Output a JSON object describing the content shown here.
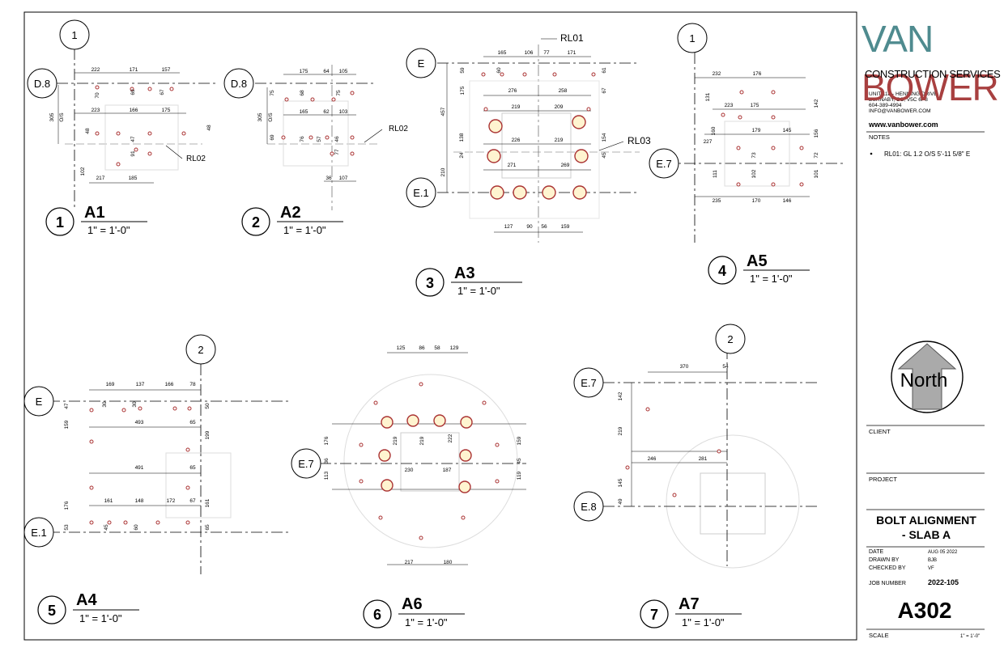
{
  "titleblock": {
    "logo_left": "VAN",
    "logo_right": "BOWER",
    "logo_sub": "CONSTRUCTION SERVICES",
    "address": [
      "UNIT 118 - HENNING DRIVE",
      "BURNABY, BC, V5C 6P8",
      "604-389-4994",
      "INFO@VANBOWER.COM"
    ],
    "website": "www.vanbower.com",
    "notes_label": "NOTES",
    "note": "RL01: GL 1.2 O/S 5'-11 5/8\" E",
    "north_label": "North",
    "client_label": "CLIENT",
    "project_label": "PROJECT",
    "title_line1": "BOLT ALIGNMENT",
    "title_line2": "- SLAB A",
    "date_label": "DATE",
    "date_value": "AUG 05 2022",
    "drawn_label": "DRAWN BY",
    "drawn_value": "BJB",
    "checked_label": "CHECKED BY",
    "checked_value": "VF",
    "job_label": "JOB NUMBER",
    "job_value": "2022-105",
    "sheet_number": "A302",
    "scale_label": "SCALE",
    "scale_value": "1\" = 1'-0\""
  },
  "views": [
    {
      "num": "1",
      "name": "A1",
      "scale": "1\" = 1'-0\""
    },
    {
      "num": "2",
      "name": "A2",
      "scale": "1\" = 1'-0\""
    },
    {
      "num": "3",
      "name": "A3",
      "scale": "1\" = 1'-0\""
    },
    {
      "num": "4",
      "name": "A5",
      "scale": "1\" = 1'-0\""
    },
    {
      "num": "5",
      "name": "A4",
      "scale": "1\" = 1'-0\""
    },
    {
      "num": "6",
      "name": "A6",
      "scale": "1\" = 1'-0\""
    },
    {
      "num": "7",
      "name": "A7",
      "scale": "1\" = 1'-0\""
    }
  ],
  "grid_bubbles": {
    "a1": [
      "1",
      "D.8"
    ],
    "a2": [
      "D.8"
    ],
    "a3": [
      "E",
      "E.1"
    ],
    "a5": [
      "1",
      "E.7"
    ],
    "a4": [
      "2",
      "E",
      "E.1"
    ],
    "a6": [
      "E.7"
    ],
    "a7": [
      "2",
      "E.7",
      "E.8"
    ]
  },
  "ref_labels": {
    "a1_rl": "RL02",
    "a2_rl": "RL02",
    "a3_rl_top": "RL01",
    "a3_rl_right": "RL03"
  },
  "dims": {
    "a1": [
      "222",
      "171",
      "157",
      "223",
      "166",
      "175",
      "305",
      "O/S",
      "70",
      "69",
      "67",
      "48",
      "47",
      "91",
      "48",
      "102",
      "217",
      "185"
    ],
    "a2": [
      "175",
      "64",
      "105",
      "165",
      "62",
      "103",
      "305",
      "O/S",
      "75",
      "68",
      "75",
      "69",
      "76",
      "57",
      "77",
      "46",
      "36",
      "107"
    ],
    "a3": [
      "165",
      "106",
      "77",
      "171",
      "59",
      "60",
      "61",
      "276",
      "258",
      "175",
      "67",
      "457",
      "219",
      "209",
      "138",
      "154",
      "226",
      "219",
      "24",
      "45",
      "271",
      "269",
      "210",
      "127",
      "90",
      "56",
      "159"
    ],
    "a5": [
      "232",
      "176",
      "131",
      "223",
      "175",
      "142",
      "160",
      "179",
      "145",
      "156",
      "227",
      "73",
      "72",
      "111",
      "102",
      "101",
      "235",
      "170",
      "146"
    ],
    "a4": [
      "169",
      "137",
      "166",
      "78",
      "47",
      "30",
      "30",
      "50",
      "159",
      "493",
      "65",
      "199",
      "491",
      "65",
      "176",
      "161",
      "148",
      "172",
      "67",
      "161",
      "53",
      "45",
      "60",
      "65"
    ],
    "a6": [
      "125",
      "86",
      "58",
      "129",
      "176",
      "219",
      "219",
      "222",
      "159",
      "36",
      "230",
      "187",
      "45",
      "113",
      "119",
      "217",
      "180"
    ],
    "a7": [
      "370",
      "54",
      "142",
      "219",
      "246",
      "281",
      "145",
      "49"
    ]
  }
}
